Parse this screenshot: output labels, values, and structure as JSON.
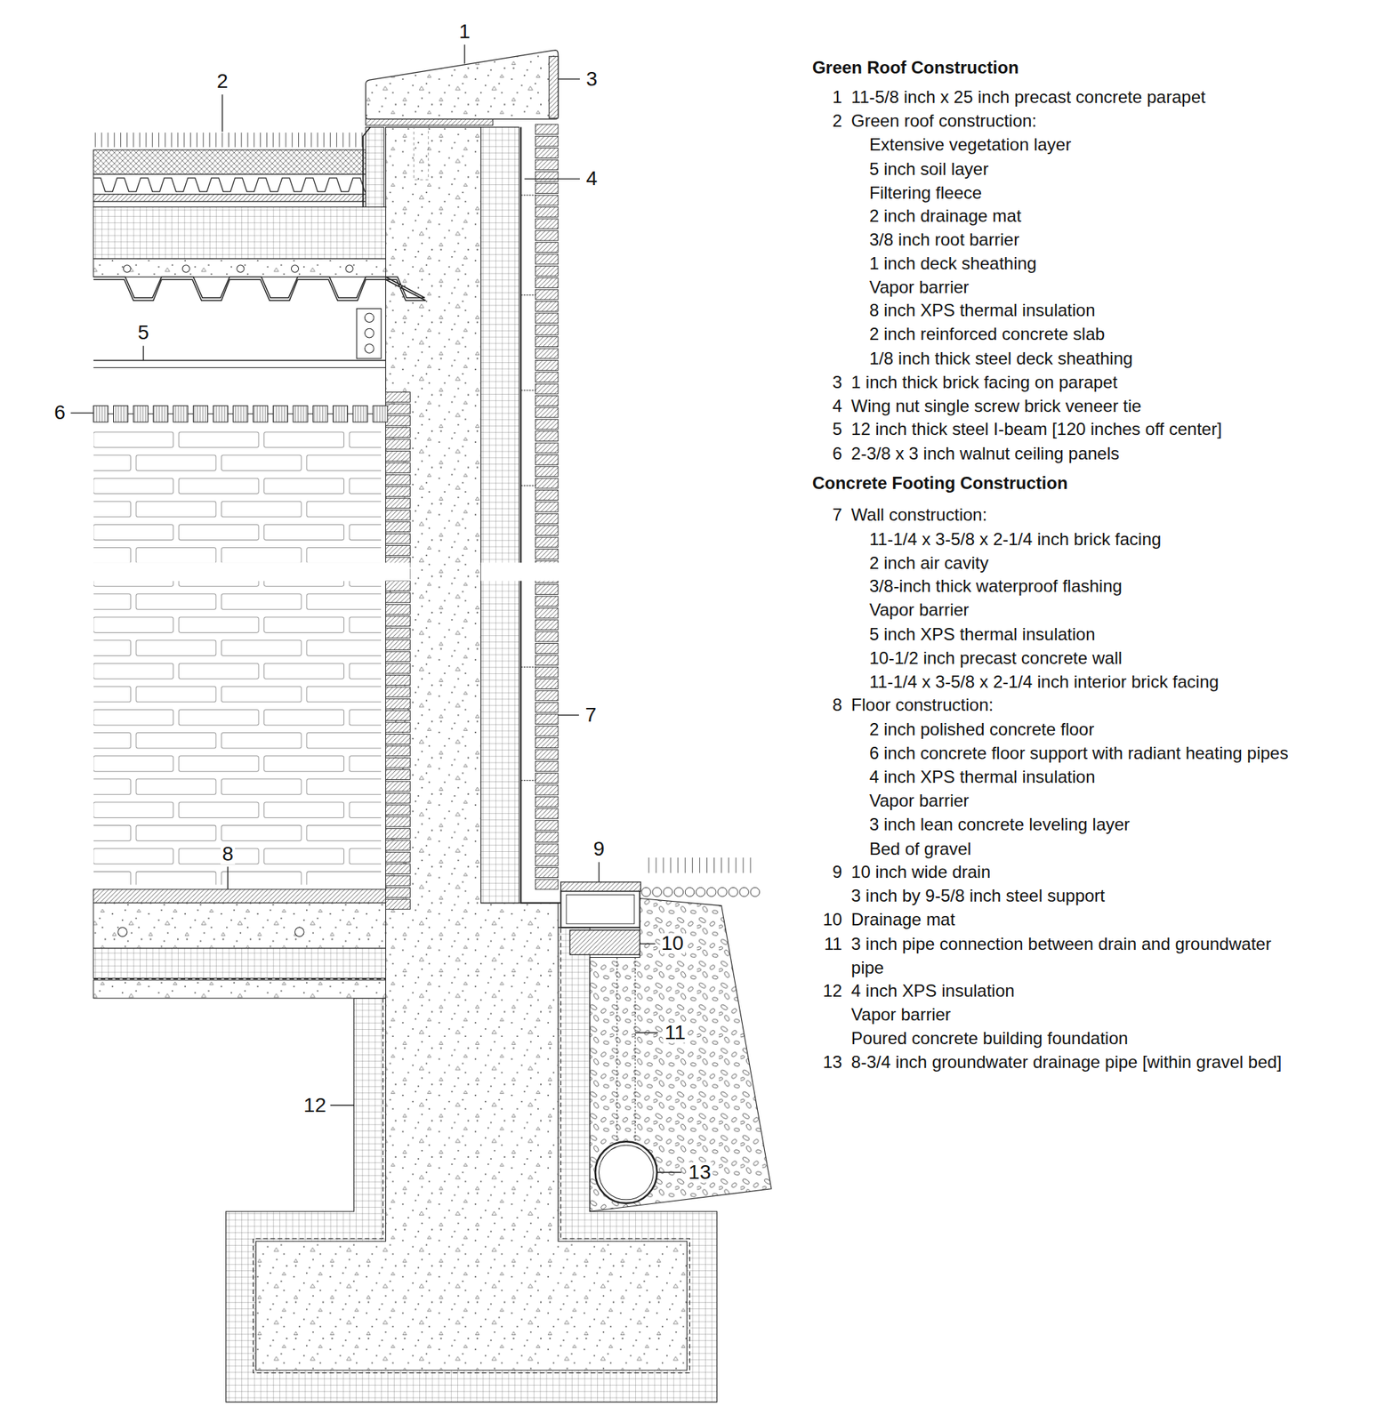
{
  "diagram": {
    "labels": [
      "1",
      "2",
      "3",
      "4",
      "5",
      "6",
      "7",
      "8",
      "9",
      "10",
      "11",
      "12",
      "13",
      "Green Roof Construction",
      "1",
      "11-5/8 inch x 25 inch precast concrete parapet",
      "2",
      "Green roof construction:",
      "Extensive vegetation layer",
      "5 inch soil layer",
      "Filtering fleece",
      "2 inch drainage mat",
      "3/8 inch root barrier",
      "1 inch deck sheathing",
      "Vapor barrier",
      "8 inch XPS thermal insulation",
      "2 inch reinforced concrete slab",
      "1/8 inch thick steel deck sheathing",
      "3",
      "1 inch thick brick facing on parapet",
      "4",
      "Wing nut single screw brick veneer tie",
      "5",
      "12 inch thick steel I-beam [120 inches off center]",
      "6",
      "2-3/8 x 3 inch walnut ceiling panels",
      "Concrete Footing Construction",
      "7",
      "Wall construction:",
      "11-1/4 x 3-5/8 x 2-1/4 inch brick facing",
      "2 inch air cavity",
      "3/8-inch thick waterproof flashing",
      "Vapor barrier",
      "5 inch XPS thermal insulation",
      "10-1/2 inch precast concrete wall",
      "11-1/4 x 3-5/8 x 2-1/4 inch interior brick facing",
      "8",
      "Floor construction:",
      "2 inch polished concrete floor",
      "6 inch concrete floor support with radiant heating pipes",
      "4 inch XPS thermal insulation",
      "Vapor barrier",
      "3 inch lean concrete leveling layer",
      "Bed of gravel",
      "9",
      "10 inch wide drain",
      "3 inch by 9-5/8 inch steel support",
      "10",
      "Drainage mat",
      "11",
      "3 inch pipe connection between drain and groundwater pipe",
      "12",
      "4 inch XPS insulation",
      "Vapor barrier",
      "Poured concrete building foundation",
      "13",
      "8-3/4 inch groundwater drainage pipe [within gravel bed]"
    ]
  }
}
